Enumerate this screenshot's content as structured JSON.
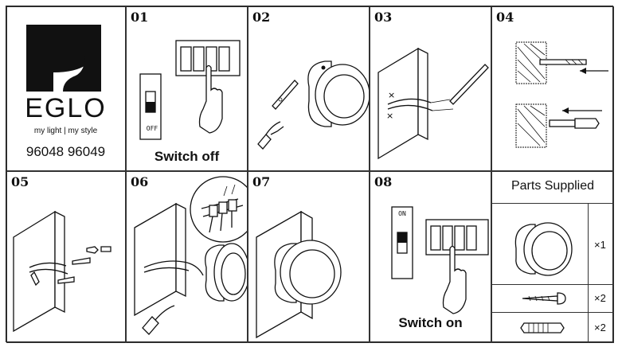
{
  "brand": {
    "name": "EGLO",
    "tagline": "my light | my style",
    "models": "96048 96049"
  },
  "steps": [
    {
      "number": "01",
      "caption": "Switch off",
      "switch_label": "OFF"
    },
    {
      "number": "02"
    },
    {
      "number": "03"
    },
    {
      "number": "04"
    },
    {
      "number": "05"
    },
    {
      "number": "06"
    },
    {
      "number": "07"
    },
    {
      "number": "08",
      "caption": "Switch on",
      "switch_label": "ON"
    }
  ],
  "parts": {
    "title": "Parts Supplied",
    "items": [
      {
        "name": "wall-lamp",
        "qty": "×1"
      },
      {
        "name": "screw",
        "qty": "×2"
      },
      {
        "name": "wall-plug",
        "qty": "×2"
      }
    ]
  }
}
